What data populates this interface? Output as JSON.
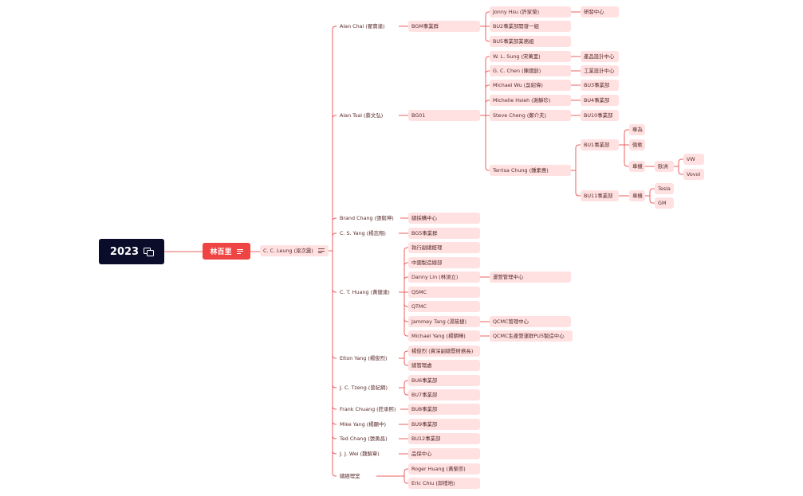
{
  "root": {
    "label": "2023"
  },
  "main_topic": {
    "label": "林百里"
  },
  "nodes": [
    {
      "id": "n0",
      "label": "C. C. Leung (梁次震)",
      "parent": "main"
    },
    {
      "id": "n1",
      "label": "Alan Chai (翟寶達)",
      "parent": "n0"
    },
    {
      "id": "n2",
      "label": "Alan Tsai (蔡文弘)",
      "parent": "n0"
    },
    {
      "id": "n3",
      "label": "Brand Chang (張毅坤)",
      "parent": "n0"
    },
    {
      "id": "n4",
      "label": "C. S. Yang (楊志翔)",
      "parent": "n0"
    },
    {
      "id": "n5",
      "label": "C. T. Huang (黃健達)",
      "parent": "n0"
    },
    {
      "id": "n6",
      "label": "Elton Yang (楊俊烈)",
      "parent": "n0"
    },
    {
      "id": "n7",
      "label": "J. C. Tzeng (曾紀綱)",
      "parent": "n0"
    },
    {
      "id": "n8",
      "label": "Frank Chuang (莊承熙)",
      "parent": "n0"
    },
    {
      "id": "n9",
      "label": "Mike Yang (楊顯中)",
      "parent": "n0"
    },
    {
      "id": "n10",
      "label": "Ted Chang (張勇昌)",
      "parent": "n0"
    },
    {
      "id": "n11",
      "label": "J. J. Wei (魏解章)",
      "parent": "n0"
    },
    {
      "id": "n12",
      "label": "總經理室",
      "parent": "n0"
    },
    {
      "id": "n13",
      "label": "BGM事業群",
      "parent": "n1"
    },
    {
      "id": "n14",
      "label": "Jonny Hsu (許家榮)",
      "parent": "n13"
    },
    {
      "id": "n15",
      "label": "研發中心",
      "parent": "n14"
    },
    {
      "id": "n16",
      "label": "BU2事業部開發一組",
      "parent": "n13"
    },
    {
      "id": "n17",
      "label": "BU5事業部業務組",
      "parent": "n13"
    },
    {
      "id": "n18",
      "label": "BG01",
      "parent": "n2"
    },
    {
      "id": "n19",
      "label": "W. L. Sung (宋萬里)",
      "parent": "n18"
    },
    {
      "id": "n20",
      "label": "產品設計中心",
      "parent": "n19"
    },
    {
      "id": "n21",
      "label": "G. C. Chen (陳國銓)",
      "parent": "n18"
    },
    {
      "id": "n22",
      "label": "工業設計中心",
      "parent": "n21"
    },
    {
      "id": "n23",
      "label": "Michael Wu (吳紹偉)",
      "parent": "n18"
    },
    {
      "id": "n24",
      "label": "BU3事業部",
      "parent": "n23"
    },
    {
      "id": "n25",
      "label": "Michelle Hsieh (謝靜珍)",
      "parent": "n18"
    },
    {
      "id": "n26",
      "label": "BU4事業部",
      "parent": "n25"
    },
    {
      "id": "n27",
      "label": "Steve Cheng (鄭介夫)",
      "parent": "n18"
    },
    {
      "id": "n28",
      "label": "BU10事業部",
      "parent": "n27"
    },
    {
      "id": "n29",
      "label": "Terrisa Chung (鍾素惠)",
      "parent": "n18"
    },
    {
      "id": "n30",
      "label": "BU1事業部",
      "parent": "n29"
    },
    {
      "id": "n31",
      "label": "華為",
      "parent": "n30"
    },
    {
      "id": "n32",
      "label": "微軟",
      "parent": "n30"
    },
    {
      "id": "n33",
      "label": "車機",
      "parent": "n30"
    },
    {
      "id": "n34",
      "label": "歐洲",
      "parent": "n33"
    },
    {
      "id": "n35",
      "label": "VW",
      "parent": "n34"
    },
    {
      "id": "n36",
      "label": "Vovol",
      "parent": "n34"
    },
    {
      "id": "n37",
      "label": "BU11事業部",
      "parent": "n29"
    },
    {
      "id": "n38",
      "label": "車機",
      "parent": "n37"
    },
    {
      "id": "n39",
      "label": "Tesla",
      "parent": "n38"
    },
    {
      "id": "n40",
      "label": "GM",
      "parent": "n38"
    },
    {
      "id": "n41",
      "label": "總採購中心",
      "parent": "n3"
    },
    {
      "id": "n42",
      "label": "BG5事業群",
      "parent": "n4"
    },
    {
      "id": "n43",
      "label": "執行副總經理",
      "parent": "n5"
    },
    {
      "id": "n44",
      "label": "中國製造總部",
      "parent": "n5"
    },
    {
      "id": "n45",
      "label": "Danny Lin (林須立)",
      "parent": "n5"
    },
    {
      "id": "n46",
      "label": "運營管理中心",
      "parent": "n45"
    },
    {
      "id": "n47",
      "label": "QSMC",
      "parent": "n5"
    },
    {
      "id": "n48",
      "label": "QTMC",
      "parent": "n5"
    },
    {
      "id": "n49",
      "label": "Jammey Tang (湯筱捷)",
      "parent": "n5"
    },
    {
      "id": "n50",
      "label": "QCMC管理中心",
      "parent": "n49"
    },
    {
      "id": "n51",
      "label": "Michael Yang (楊朝暉)",
      "parent": "n5"
    },
    {
      "id": "n52",
      "label": "QCMC生產營運群PU5製造中心",
      "parent": "n51"
    },
    {
      "id": "n53",
      "label": "楊俊烈 (資深副總暨財務長)",
      "parent": "n6"
    },
    {
      "id": "n54",
      "label": "總管理處",
      "parent": "n6"
    },
    {
      "id": "n55",
      "label": "BU6事業部",
      "parent": "n7"
    },
    {
      "id": "n56",
      "label": "BU7事業部",
      "parent": "n7"
    },
    {
      "id": "n57",
      "label": "BU8事業部",
      "parent": "n8"
    },
    {
      "id": "n58",
      "label": "BU9事業部",
      "parent": "n9"
    },
    {
      "id": "n59",
      "label": "BU12事業部",
      "parent": "n10"
    },
    {
      "id": "n60",
      "label": "品保中心",
      "parent": "n11"
    },
    {
      "id": "n61",
      "label": "Roger Huang (黃榮崇)",
      "parent": "n12"
    },
    {
      "id": "n62",
      "label": "Eric Chiu (邱禮地)",
      "parent": "n12"
    }
  ],
  "colors": {
    "root_bg": "#0b0b2a",
    "main_bg": "#ef4444",
    "node_bg": "#ffe1e1",
    "edge": "#ef6060"
  }
}
